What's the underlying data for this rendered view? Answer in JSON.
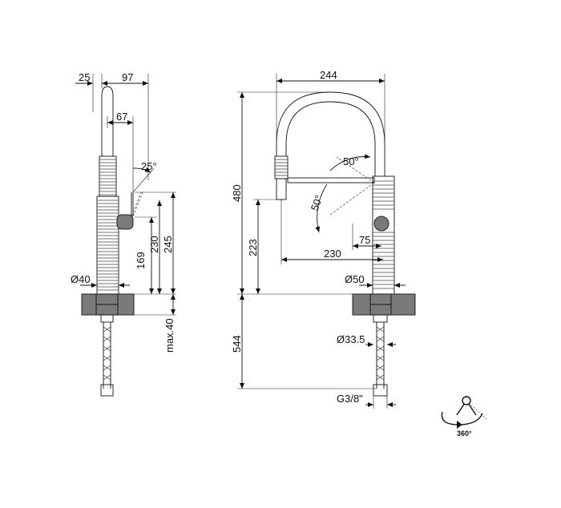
{
  "side_view": {
    "dim_top_left": "25",
    "dim_top_width": "97",
    "dim_handle_offset": "67",
    "dim_handle_angle": "25°",
    "dim_height_169": "169",
    "dim_height_230": "230",
    "dim_height_245": "245",
    "dim_diameter": "Ø40",
    "dim_max_thickness": "max.40"
  },
  "front_view": {
    "dim_width": "244",
    "dim_total_height": "480",
    "dim_spout_height": "223",
    "dim_spout_angle_upper": "50°",
    "dim_spout_angle_lower": "50°",
    "dim_handle_reach": "75",
    "dim_spout_reach": "230",
    "dim_diameter": "Ø50",
    "dim_hose_length": "544",
    "dim_shank_diameter": "Ø33.5",
    "dim_thread": "G3/8\""
  },
  "rotation_icon": {
    "label": "360°"
  }
}
